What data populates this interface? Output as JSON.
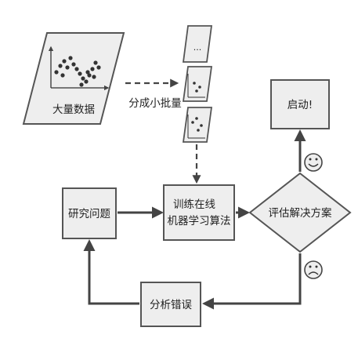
{
  "nodes": {
    "big_data": "大量数据",
    "split_batches": "分成小批量",
    "batch_top": "...",
    "train_line1": "训练在线",
    "train_line2": "机器学习算法",
    "research": "研究问题",
    "evaluate": "评估解决方案",
    "launch": "启动!",
    "analyze_errors": "分析错误"
  },
  "icons": {
    "happy": "smiley-face-icon",
    "sad": "frowning-face-icon"
  },
  "colors": {
    "box_fill": "#eeeeee",
    "stroke": "#555555",
    "arrow": "#444444",
    "dot": "#333333"
  }
}
